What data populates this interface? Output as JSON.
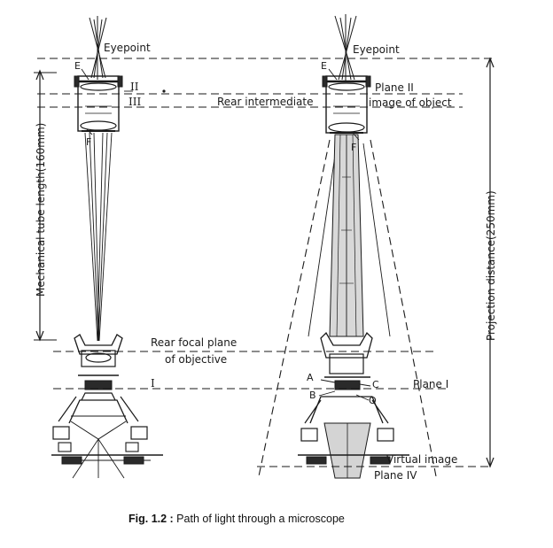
{
  "labels": {
    "eyepoint_left": "Eyepoint",
    "eyepoint_right": "Eyepoint",
    "e_left": "E",
    "e_right": "E",
    "f_left": "F",
    "f_right": "F",
    "roman_ii": "II",
    "roman_iii": "III",
    "plane_ii": "Plane II",
    "rear_intermediate": "Rear intermediate",
    "image_of_object": "image of object",
    "mechanical_tube_length": "Mechanical tube length(160mm)",
    "projection_distance": "Projection distance(250mm)",
    "rear_focal_plane_line1": "Rear focal plane",
    "rear_focal_plane_line2": "of objective",
    "roman_i": "I",
    "plane_i": "Plane I",
    "a": "A",
    "b": "B",
    "c": "C",
    "o": "O",
    "virtual_image": "Virtual image",
    "plane_iv": "Plane IV"
  },
  "caption": {
    "prefix": "Fig. 1.2 :",
    "text": " Path of light through a microscope"
  },
  "colors": {
    "ink": "#1a1a1a",
    "background": "#ffffff"
  }
}
